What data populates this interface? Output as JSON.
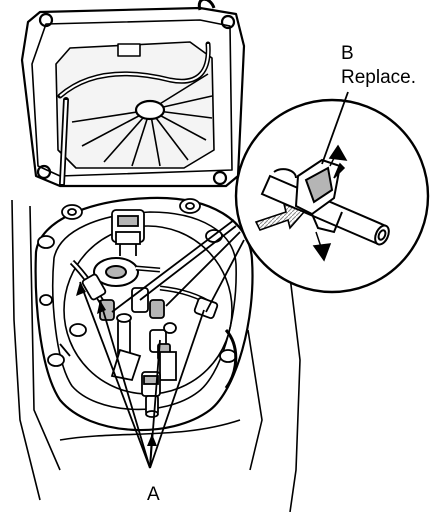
{
  "callouts": {
    "a": "A",
    "b": "B",
    "b_note": "Replace."
  },
  "colors": {
    "line": "#000000",
    "shade": "#b5b5b5",
    "background": "#ffffff"
  }
}
